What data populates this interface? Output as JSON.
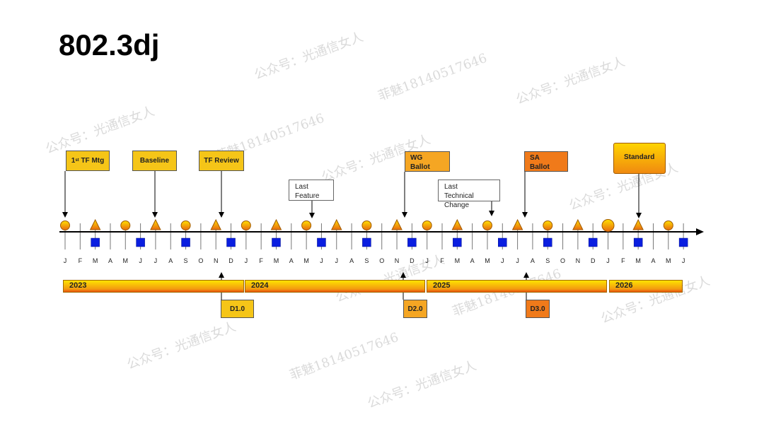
{
  "title": "802.3dj",
  "months": [
    "J",
    "F",
    "M",
    "A",
    "M",
    "J",
    "J",
    "A",
    "S",
    "O",
    "N",
    "D",
    "J",
    "F",
    "M",
    "A",
    "M",
    "J",
    "J",
    "A",
    "S",
    "O",
    "N",
    "D",
    "J",
    "F",
    "M",
    "A",
    "M",
    "J",
    "J",
    "A",
    "S",
    "O",
    "N",
    "D",
    "J",
    "F",
    "M",
    "A",
    "M",
    "J"
  ],
  "years": [
    "2023",
    "2024",
    "2025",
    "2026"
  ],
  "circle_months": [
    0,
    4,
    8,
    12,
    16,
    20,
    24,
    28,
    32,
    36,
    40
  ],
  "big_circle_month": 36,
  "triangle_months": [
    2,
    6,
    10,
    14,
    18,
    22,
    26,
    30,
    34,
    38
  ],
  "square_months": [
    2,
    5,
    8,
    11,
    14,
    17,
    20,
    23,
    26,
    29,
    32,
    35,
    38,
    41
  ],
  "milestones": {
    "tf_mtg": {
      "sup": "st",
      "pre": "1",
      "label": " TF Mtg"
    },
    "baseline": "Baseline",
    "tf_review": "TF Review",
    "last_feature": [
      "Last",
      "Feature"
    ],
    "wg_ballot": [
      "WG",
      "Ballot"
    ],
    "last_tech_change": [
      "Last",
      "Technical Change"
    ],
    "sa_ballot": [
      "SA",
      "Ballot"
    ],
    "standard": "Standard"
  },
  "drafts": {
    "d1": "D1.0",
    "d2": "D2.0",
    "d3": "D3.0"
  },
  "watermarks": [
    "公众号：光通信女人",
    "菲魅18140517646"
  ],
  "colors": {
    "gold": "#f5c518",
    "orange": "#f5a623",
    "dark_orange": "#f07a1a",
    "square": "#0a1ee0"
  }
}
